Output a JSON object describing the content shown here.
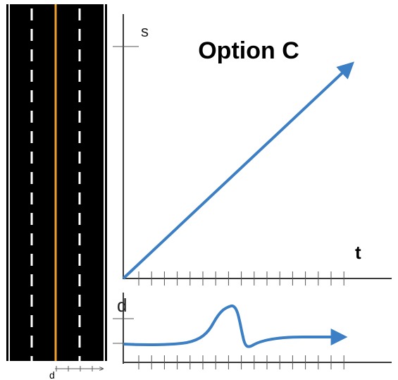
{
  "title": "Option C",
  "colors": {
    "road": "#000000",
    "lane_marking": "#ffffff",
    "center_line": "#f0a030",
    "edge_line": "#000000",
    "curve": "#3d7fc4",
    "axis": "#3a3a3a"
  },
  "road": {
    "lateral_label": "d"
  },
  "top_plot": {
    "y_label": "s",
    "x_label": "t"
  },
  "bottom_plot": {
    "y_label": "d"
  }
}
